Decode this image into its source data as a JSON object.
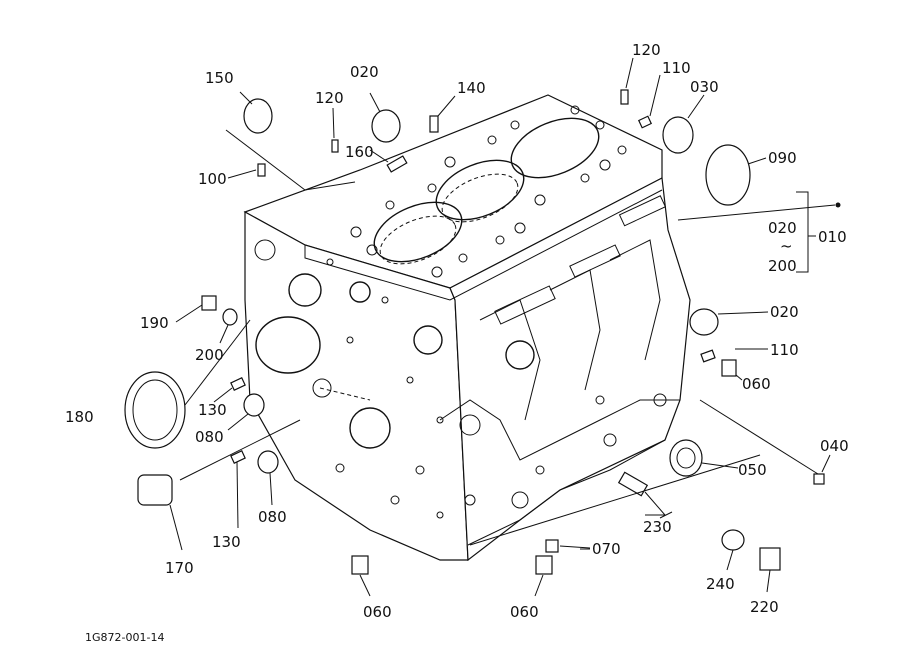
{
  "diagram": {
    "drawing_number": "1G872-001-14",
    "callouts": {
      "c150": "150",
      "c020_top": "020",
      "c140": "140",
      "c120_left": "120",
      "c120_right": "120",
      "c110_top": "110",
      "c030": "030",
      "c160": "160",
      "c100": "100",
      "c090": "090",
      "c020_range": "020",
      "c_tilde": "~",
      "c200_range": "200",
      "c010": "010",
      "c020_right": "020",
      "c110_right": "110",
      "c060_right": "060",
      "c190": "190",
      "c200": "200",
      "c180": "180",
      "c130_upper": "130",
      "c080_upper": "080",
      "c130_lower": "130",
      "c080_lower": "080",
      "c170": "170",
      "c040": "040",
      "c050": "050",
      "c230": "230",
      "c070": "070",
      "c240": "240",
      "c220": "220",
      "c060_bottom_left": "060",
      "c060_bottom_mid": "060"
    }
  }
}
